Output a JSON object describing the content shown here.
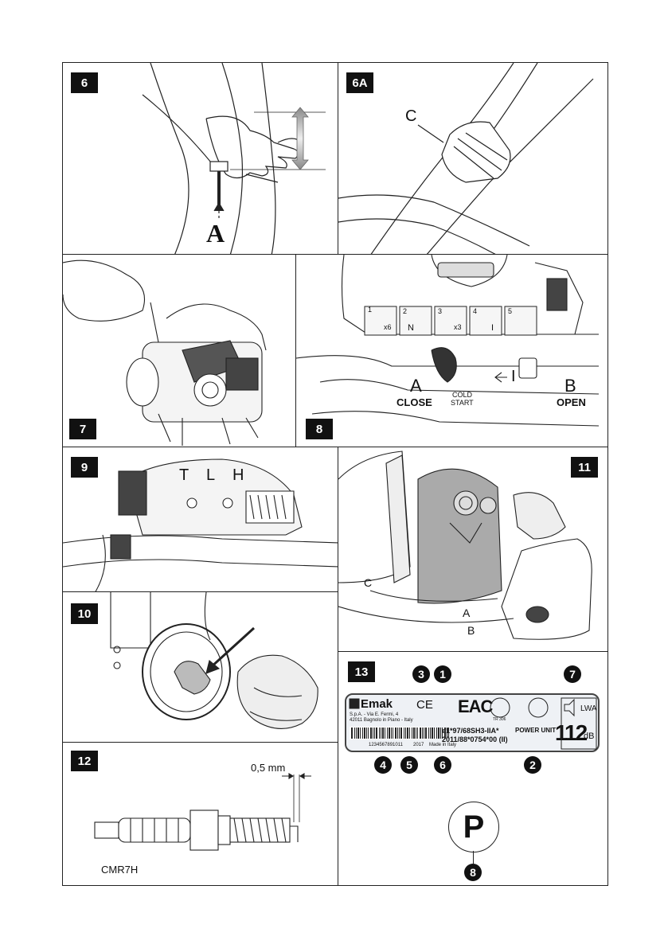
{
  "panels": {
    "p6": {
      "tag": "6",
      "label_a": "A"
    },
    "p6a": {
      "tag": "6A",
      "label_c": "C"
    },
    "p7": {
      "tag": "7"
    },
    "p8": {
      "tag": "8",
      "steps": [
        "1",
        "2",
        "3",
        "4",
        "5"
      ],
      "step_marks": [
        "x6",
        "N",
        "x3",
        "I",
        ""
      ],
      "close_letter": "A",
      "close_label": "CLOSE",
      "cold_start_1": "COLD",
      "cold_start_2": "START",
      "run_mark": "I",
      "open_letter": "B",
      "open_label": "OPEN"
    },
    "p9": {
      "tag": "9",
      "screws": [
        "T",
        "L",
        "H"
      ]
    },
    "p10": {
      "tag": "10"
    },
    "p11": {
      "tag": "11",
      "label_c": "C",
      "label_a": "A",
      "label_b": "B"
    },
    "p12": {
      "tag": "12",
      "gap": "0,5 mm",
      "plug_model": "CMR7H"
    },
    "p13": {
      "tag": "13",
      "brand": "Emak",
      "address_1": "S.p.A. - Via E. Fermi, 4",
      "address_2": "42011 Bagnolo in Piano - Italy",
      "ce": "CE",
      "eac": "EAC",
      "tr_code": "TR 306",
      "approval_1": "e1*97/68SH3-IIA*",
      "approval_2": "2011/88*0754*00 (II)",
      "power_unit": "POWER UNIT",
      "lwa": "LWA",
      "noise_value": "112",
      "noise_unit": "dB",
      "serial": "1234567891011",
      "year": "2017",
      "made_in": "Made in Italy",
      "p_symbol": "P",
      "callouts": [
        "1",
        "2",
        "3",
        "4",
        "5",
        "6",
        "7",
        "8"
      ]
    }
  }
}
